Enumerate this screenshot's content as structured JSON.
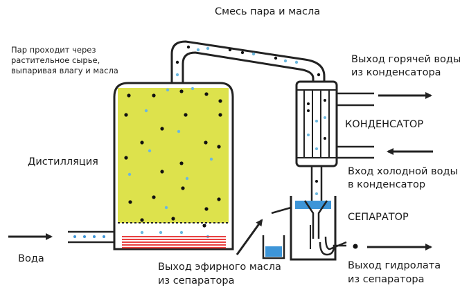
{
  "labels": {
    "steam_oil_mix": "Смесь пара и масла",
    "steam_note_line1": "Пар проходит через",
    "steam_note_line2": "растительное сырье,",
    "steam_note_line3": "выпаривая влагу и масла",
    "distillation": "Дистилляция",
    "hot_water_line1": "Выход горячей воды",
    "hot_water_line2": "из конденсатора",
    "condenser": "КОНДЕНСАТОР",
    "cold_water_line1": "Вход холодной воды",
    "cold_water_line2": "в конденсатор",
    "separator": "СЕПАРАТОР",
    "water": "Вода",
    "essential_oil_line1": "Выход эфирного масла",
    "essential_oil_line2": "из сепаратора",
    "hydrolate_line1": "Выход гидролата",
    "hydrolate_line2": "из сепаратора"
  },
  "colors": {
    "plant_material": "#dde24c",
    "steam_dot": "#6cb8df",
    "water_blue": "#3d95d8",
    "heater_red": "#e84040",
    "outline": "#222222",
    "dark_dot": "#111111"
  },
  "icons": {
    "arrow": "right-arrow-icon",
    "arrow_left": "left-arrow-icon"
  }
}
